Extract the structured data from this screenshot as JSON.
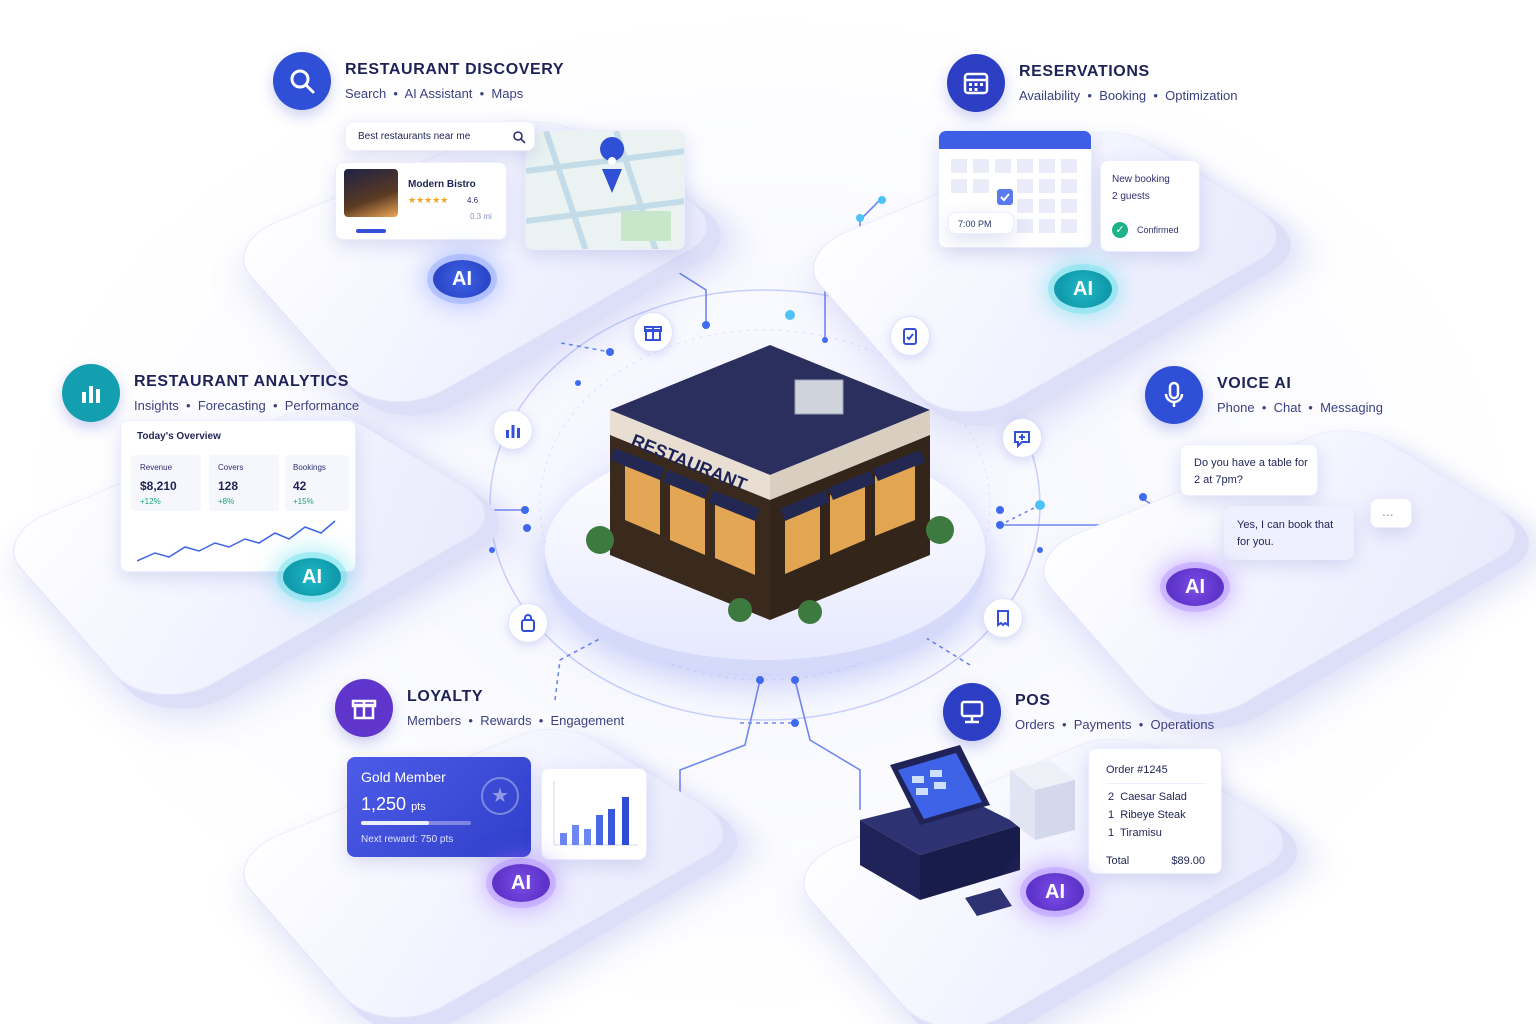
{
  "colors": {
    "blue": "#2f4fd6",
    "teal": "#149fb0",
    "purple": "#5f35cc",
    "indigo": "#2b3ec4",
    "navy": "#1d2257"
  },
  "hub": {
    "sign": "RESTAURANT"
  },
  "discovery": {
    "title": "RESTAURANT DISCOVERY",
    "subs": [
      "Search",
      "AI Assistant",
      "Maps"
    ],
    "icon": "search-icon",
    "search_placeholder": "Best restaurants near me",
    "result_name": "Modern Bistro",
    "rating": "4.6",
    "distance": "0.3 mi",
    "ai": "AI"
  },
  "reservations": {
    "title": "RESERVATIONS",
    "subs": [
      "Availability",
      "Booking",
      "Optimization"
    ],
    "icon": "calendar-icon",
    "time": "7:00 PM",
    "booking_title": "New booking",
    "guests": "2 guests",
    "status": "Confirmed",
    "ai": "AI"
  },
  "analytics": {
    "title": "RESTAURANT ANALYTICS",
    "subs": [
      "Insights",
      "Forecasting",
      "Performance"
    ],
    "icon": "bar-chart-icon",
    "overview_title": "Today's Overview",
    "kpis": [
      {
        "label": "Revenue",
        "value": "$8,210",
        "delta": "+12%"
      },
      {
        "label": "Covers",
        "value": "128",
        "delta": "+8%"
      },
      {
        "label": "Bookings",
        "value": "42",
        "delta": "+15%"
      }
    ],
    "ai": "AI"
  },
  "voice": {
    "title": "VOICE AI",
    "subs": [
      "Phone",
      "Chat",
      "Messaging"
    ],
    "icon": "microphone-icon",
    "question": "Do you have a table for 2 at 7pm?",
    "answer": "Yes, I can book that for you.",
    "typing": "...",
    "ai": "AI"
  },
  "loyalty": {
    "title": "LOYALTY",
    "subs": [
      "Members",
      "Rewards",
      "Engagement"
    ],
    "icon": "gift-icon",
    "tier": "Gold Member",
    "points": "1,250",
    "points_unit": "pts",
    "next_reward": "Next reward: 750 pts",
    "ai": "AI"
  },
  "pos": {
    "title": "POS",
    "subs": [
      "Orders",
      "Payments",
      "Operations"
    ],
    "icon": "pos-terminal-icon",
    "order_title": "Order #1245",
    "items": [
      {
        "qty": "2",
        "name": "Caesar Salad"
      },
      {
        "qty": "1",
        "name": "Ribeye Steak"
      },
      {
        "qty": "1",
        "name": "Tiramisu"
      }
    ],
    "total_label": "Total",
    "total_value": "$89.00",
    "ai": "AI"
  },
  "orbit_nodes": [
    "gift-icon",
    "clipboard-icon",
    "bar-chart-icon",
    "message-plus-icon",
    "shopping-bag-icon",
    "receipt-icon"
  ]
}
